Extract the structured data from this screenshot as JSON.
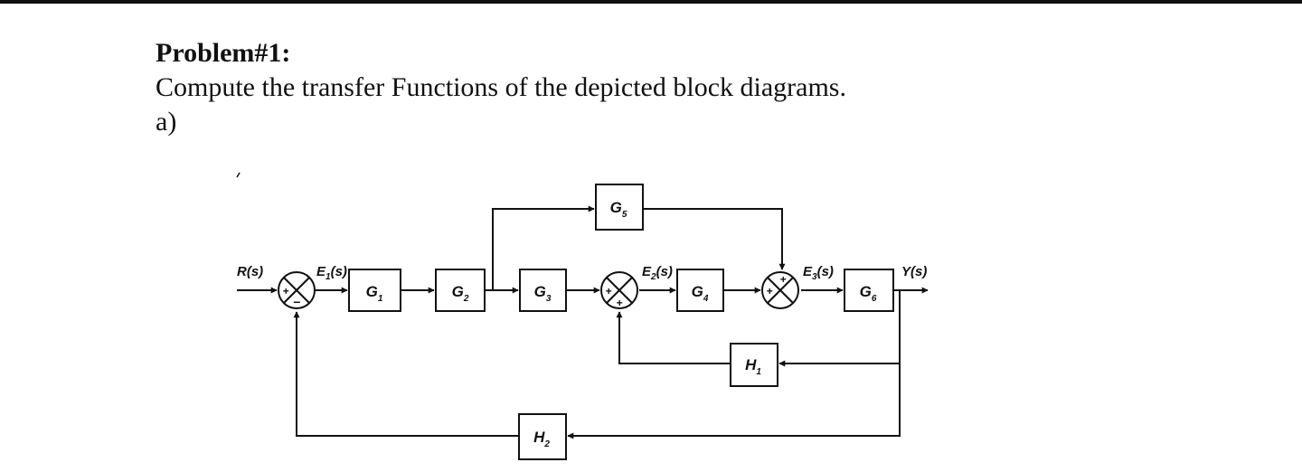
{
  "problem": {
    "heading": "Problem#1:",
    "instruction": "Compute the transfer Functions of the depicted block diagrams.",
    "part_label": "a)"
  },
  "diagram": {
    "input": {
      "label": "R(s)"
    },
    "output": {
      "label": "Y(s)"
    },
    "signals": [
      {
        "id": "e1",
        "base": "E",
        "sub": "1",
        "suffix": "(s)"
      },
      {
        "id": "e2",
        "base": "E",
        "sub": "2",
        "suffix": "(s)"
      },
      {
        "id": "e3",
        "base": "E",
        "sub": "3",
        "suffix": "(s)"
      }
    ],
    "blocks": [
      {
        "id": "g1",
        "base": "G",
        "sub": "1"
      },
      {
        "id": "g2",
        "base": "G",
        "sub": "2"
      },
      {
        "id": "g3",
        "base": "G",
        "sub": "3"
      },
      {
        "id": "g4",
        "base": "G",
        "sub": "4"
      },
      {
        "id": "g5",
        "base": "G",
        "sub": "5"
      },
      {
        "id": "g6",
        "base": "G",
        "sub": "6"
      },
      {
        "id": "h1",
        "base": "H",
        "sub": "1"
      },
      {
        "id": "h2",
        "base": "H",
        "sub": "2"
      }
    ],
    "summing_junctions": [
      {
        "id": "sum1",
        "signs": [
          "+",
          "−"
        ]
      },
      {
        "id": "sum2",
        "signs": [
          "+",
          "+"
        ]
      },
      {
        "id": "sum3",
        "signs": [
          "+",
          "+"
        ]
      }
    ]
  }
}
